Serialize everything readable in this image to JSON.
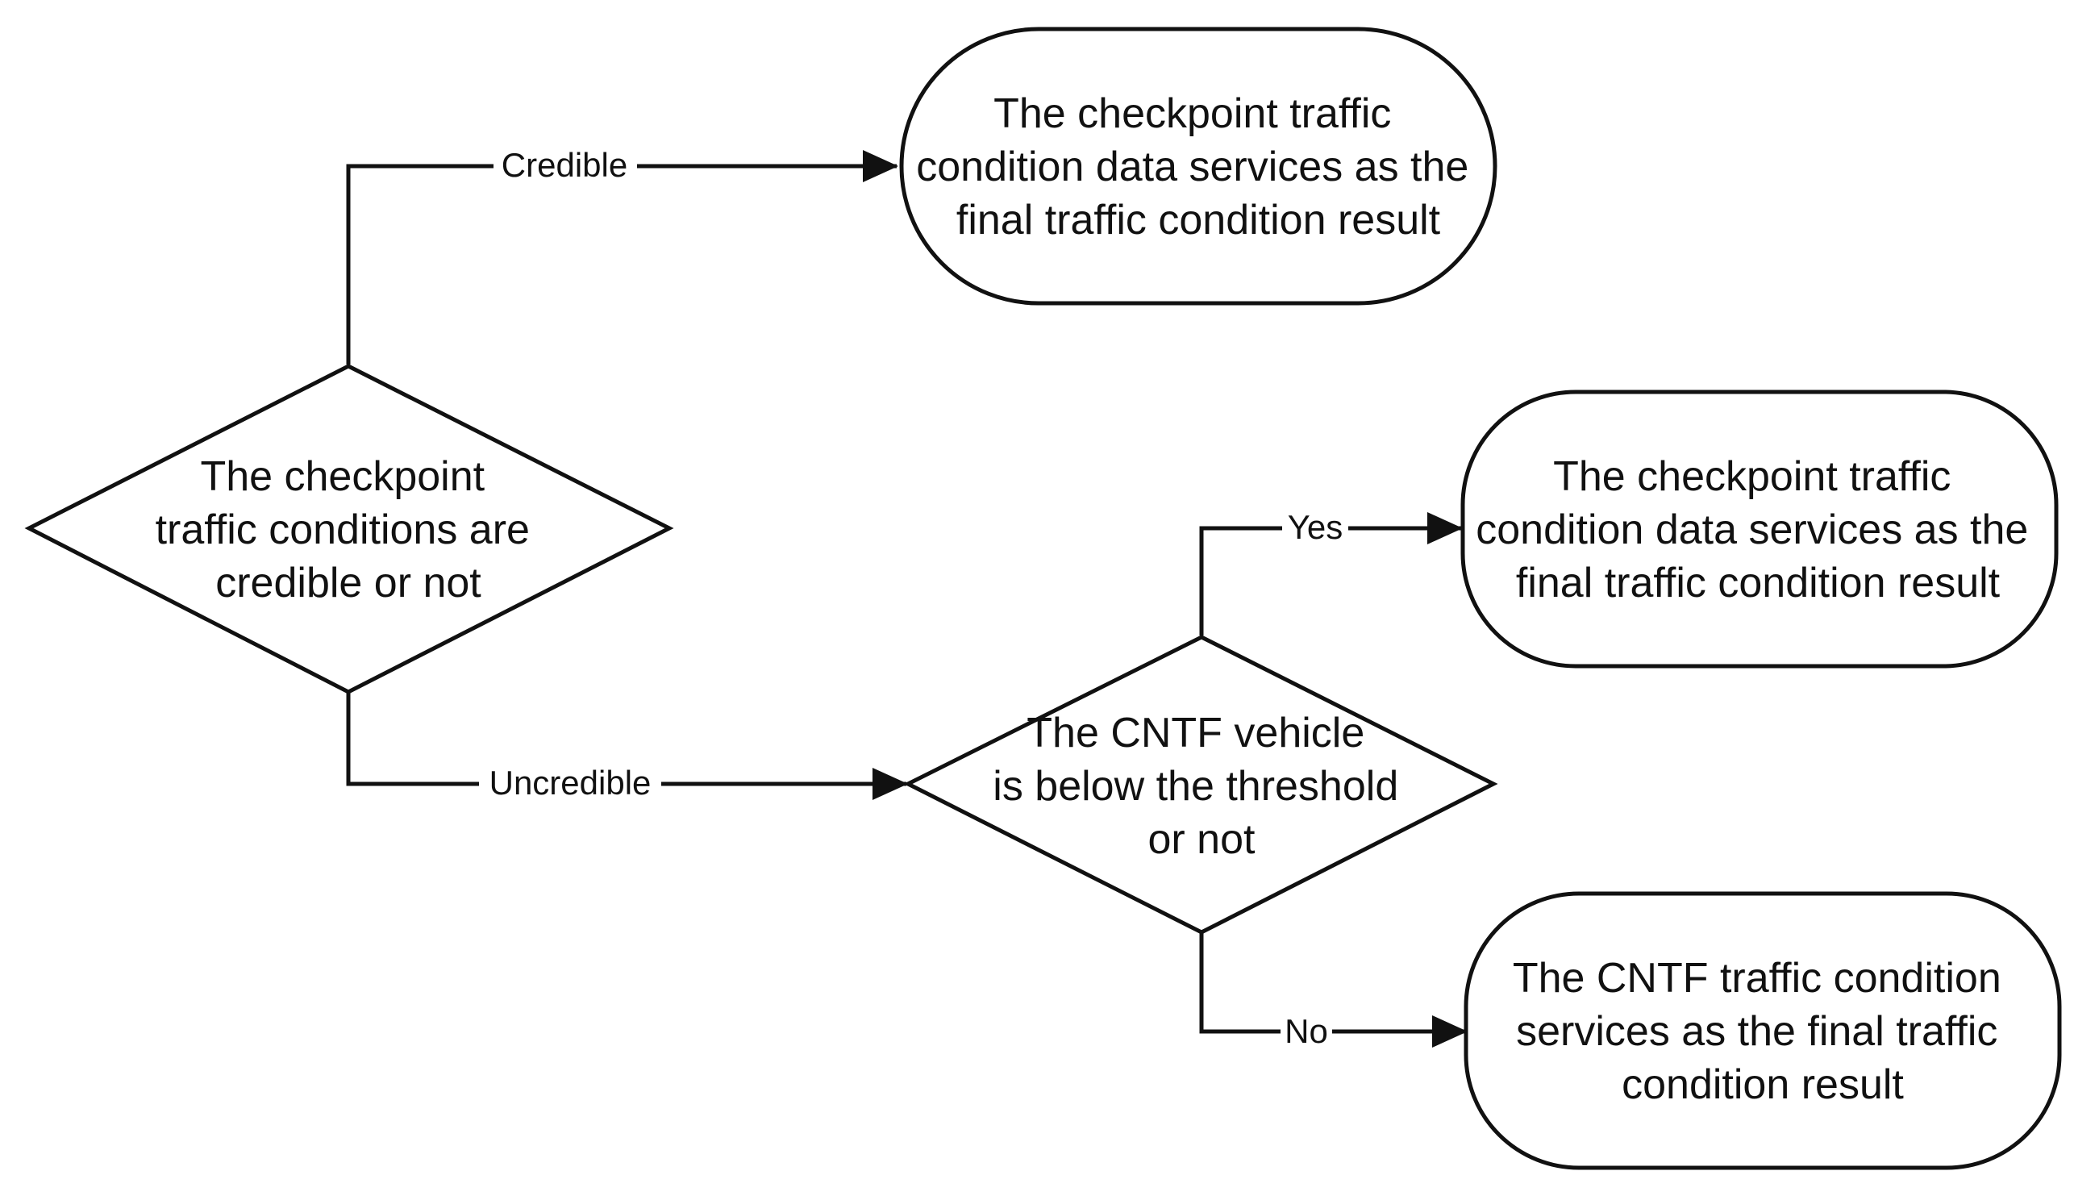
{
  "nodes": {
    "decision_credible": {
      "lines": [
        "The checkpoint",
        "traffic conditions are",
        "credible or not"
      ]
    },
    "result_checkpoint_top": {
      "lines": [
        "The checkpoint traffic",
        "condition data services as the",
        "final traffic condition result"
      ]
    },
    "decision_cntf": {
      "lines": [
        "The CNTF vehicle",
        "is below the threshold",
        "or not"
      ]
    },
    "result_checkpoint_mid": {
      "lines": [
        "The checkpoint traffic",
        "condition data services as the",
        "final traffic condition result"
      ]
    },
    "result_cntf": {
      "lines": [
        "The CNTF traffic condition",
        "services as the final traffic",
        "condition result"
      ]
    }
  },
  "edges": {
    "credible": "Credible",
    "uncredible": "Uncredible",
    "yes": "Yes",
    "no": "No"
  },
  "colors": {
    "stroke": "#111111",
    "fill": "#ffffff"
  }
}
